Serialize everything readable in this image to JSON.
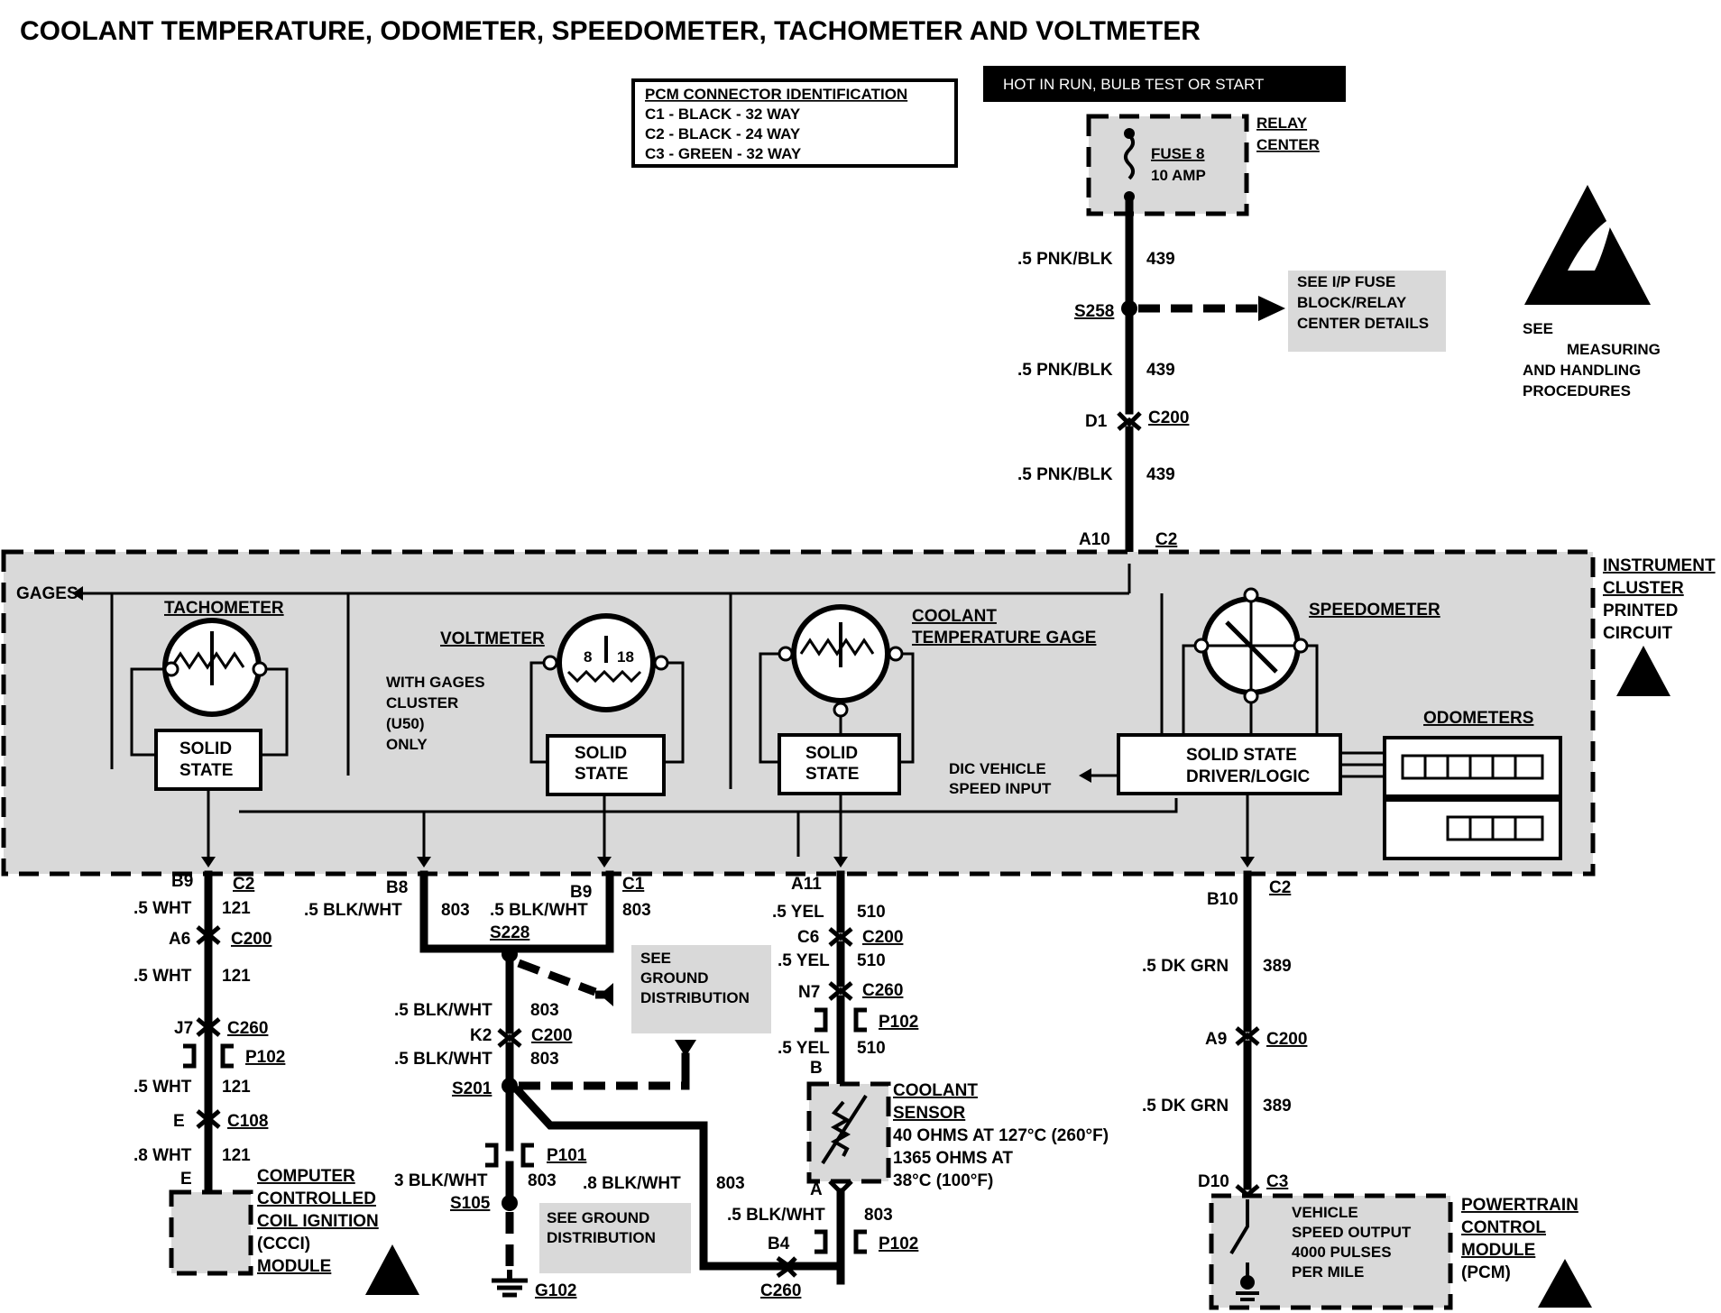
{
  "title": "COOLANT TEMPERATURE, ODOMETER, SPEEDOMETER, TACHOMETER AND VOLTMETER",
  "pcm_connector": {
    "heading": "PCM CONNECTOR IDENTIFICATION",
    "lines": [
      "C1 - BLACK - 32 WAY",
      "C2 - BLACK - 24 WAY",
      "C3 - GREEN - 32 WAY"
    ]
  },
  "power_banner": "HOT IN RUN, BULB TEST OR START",
  "relay_center": {
    "fuse": "FUSE 8",
    "rating": "10 AMP",
    "label1": "RELAY",
    "label2": "CENTER"
  },
  "esd_note": {
    "line1": "SEE",
    "line2": "MEASURING",
    "line3": "AND HANDLING",
    "line4": "PROCEDURES"
  },
  "feed_wires": {
    "w1": ".5 PNK/BLK",
    "c1": "439",
    "splice": "S258",
    "see1": "SEE I/P FUSE",
    "see2": "BLOCK/RELAY",
    "see3": "CENTER DETAILS",
    "w2": ".5 PNK/BLK",
    "c2": "439",
    "pin_d1": "D1",
    "conn_c200": "C200",
    "w3": ".5 PNK/BLK",
    "c3": "439",
    "pin_a10": "A10",
    "conn_c2": "C2"
  },
  "cluster": {
    "label1": "INSTRUMENT",
    "label2": "CLUSTER",
    "label3": "PRINTED",
    "label4": "CIRCUIT",
    "gages": "GAGES",
    "tachometer": "TACHOMETER",
    "voltmeter": "VOLTMETER",
    "volt_low": "8",
    "volt_high": "18",
    "coolant1": "COOLANT",
    "coolant2": "TEMPERATURE GAGE",
    "speedometer": "SPEEDOMETER",
    "with1": "WITH GAGES",
    "with2": "CLUSTER",
    "with3": "(U50)",
    "with4": "ONLY",
    "solid": "SOLID",
    "state": "STATE",
    "driver1": "SOLID STATE",
    "driver2": "DRIVER/LOGIC",
    "dic1": "DIC VEHICLE",
    "dic2": "SPEED INPUT",
    "odometers": "ODOMETERS"
  },
  "tach_circuit": {
    "pin_b9": "B9",
    "conn_c2": "C2",
    "w1": ".5 WHT",
    "c1": "121",
    "pin_a6": "A6",
    "conn_c200": "C200",
    "w2": ".5 WHT",
    "c2": "121",
    "pin_j7": "J7",
    "conn_c260": "C260",
    "conn_p102": "P102",
    "w3": ".5 WHT",
    "c3": "121",
    "pin_e": "E",
    "conn_c108": "C108",
    "w4": ".8 WHT",
    "c4": "121",
    "pin_e2": "E",
    "mod1": "COMPUTER",
    "mod2": "CONTROLLED",
    "mod3": "COIL IGNITION",
    "mod4": "(CCCI)",
    "mod5": "MODULE"
  },
  "ground_circuit": {
    "pin_b8": "B8",
    "w1": ".5 BLK/WHT",
    "c1": "803",
    "w1b": ".5 BLK/WHT",
    "pin_b9": "B9",
    "conn_c1": "C1",
    "c1b": "803",
    "splice_s228": "S228",
    "see1": "SEE",
    "see2": "GROUND",
    "see3": "DISTRIBUTION",
    "w2": ".5 BLK/WHT",
    "c2": "803",
    "pin_k2": "K2",
    "conn_c200": "C200",
    "w3": ".5 BLK/WHT",
    "c3": "803",
    "splice_s201": "S201",
    "conn_p101": "P101",
    "w4": "3 BLK/WHT",
    "c4": "803",
    "w5": ".8 BLK/WHT",
    "c5": "803",
    "splice_s105": "S105",
    "gd1": "SEE GROUND",
    "gd2": "DISTRIBUTION",
    "ground": "G102"
  },
  "coolant_circuit": {
    "pin_a11": "A11",
    "w1": ".5 YEL",
    "c1": "510",
    "pin_c6": "C6",
    "conn_c200": "C200",
    "w2": ".5 YEL",
    "c2": "510",
    "pin_n7": "N7",
    "conn_c260": "C260",
    "conn_p102": "P102",
    "w3": ".5 YEL",
    "c3": "510",
    "pin_b": "B",
    "s1": "COOLANT",
    "s2": "SENSOR",
    "s3": "40 OHMS AT 127°C (260°F)",
    "s4": "1365 OHMS AT",
    "s5": "38°C (100°F)",
    "pin_a": "A",
    "w4": ".5 BLK/WHT",
    "c4": "803",
    "pin_b4": "B4",
    "conn_p102b": "P102",
    "conn_c260b": "C260"
  },
  "speed_circuit": {
    "pin_b10": "B10",
    "conn_c2": "C2",
    "w1": ".5 DK GRN",
    "c1": "389",
    "pin_a9": "A9",
    "conn_c200": "C200",
    "w2": ".5 DK GRN",
    "c2": "389",
    "pin_d10": "D10",
    "conn_c3": "C3",
    "v1": "VEHICLE",
    "v2": "SPEED OUTPUT",
    "v3": "4000 PULSES",
    "v4": "PER MILE",
    "m1": "POWERTRAIN",
    "m2": "CONTROL",
    "m3": "MODULE",
    "m4": "(PCM)"
  }
}
